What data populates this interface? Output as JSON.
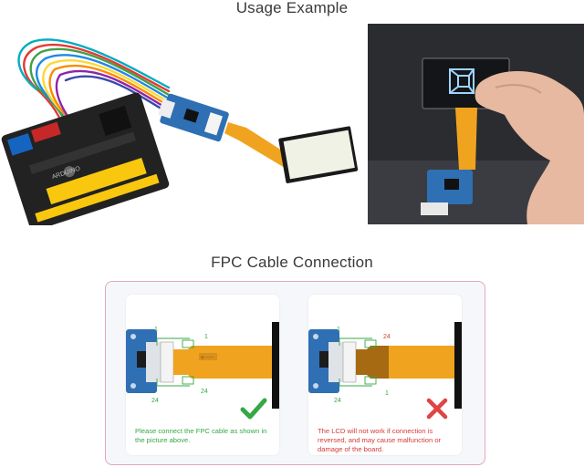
{
  "titles": {
    "usage": "Usage Example",
    "fpc": "FPC Cable Connection"
  },
  "photo_left": {
    "board_label": "ARDUINO"
  },
  "panel": {
    "correct": {
      "pin_top_left": "1",
      "pin_top_right": "1",
      "pin_bottom_left": "24",
      "pin_bottom_right": "24",
      "caption": "Please connect the FPC cable as shown in the picture above.",
      "status_color": "#35a845"
    },
    "wrong": {
      "pin_top_left": "1",
      "pin_top_right": "24",
      "pin_bottom_left": "24",
      "pin_bottom_right": "1",
      "caption": "The LCD will not work if connection is reversed, and may cause malfunction or damage of the board.",
      "status_color": "#e04444"
    }
  },
  "colors": {
    "fpc_cable": "#f0a31e",
    "pcb_blue": "#2f6fb3",
    "panel_border": "#e3a6b6"
  }
}
